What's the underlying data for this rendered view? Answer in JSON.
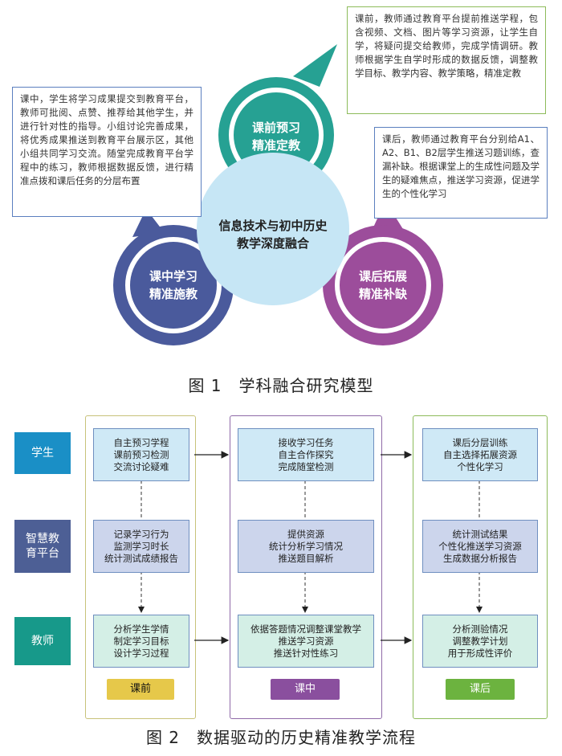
{
  "figure1": {
    "center_title": [
      "信息技术与初中历史",
      "教学深度融合"
    ],
    "top_circle": [
      "课前预习",
      "精准定教"
    ],
    "left_circle": [
      "课中学习",
      "精准施教"
    ],
    "right_circle": [
      "课后拓展",
      "精准补缺"
    ],
    "callout_top": "课前，教师通过教育平台提前推送学程，包含视频、文档、图片等学习资源，让学生自学，将疑问提交给教师，完成学情调研。教师根据学生自学时形成的数据反馈，调整教学目标、教学内容、教学策略，精准定教",
    "callout_left": "课中，学生将学习成果提交到教育平台，教师可批阅、点赞、推荐给其他学生，并进行针对性的指导。小组讨论完善成果，将优秀成果推送到教育平台展示区，其他小组共同学习交流。随堂完成教育平台学程中的练习，教师根据数据反馈，进行精准点拨和课后任务的分层布置",
    "callout_right": "课后，教师通过教育平台分别给A1、A2、B1、B2层学生推送习题训练，查漏补缺。根据课堂上的生成性问题及学生的疑难焦点，推送学习资源，促进学生的个性化学习",
    "caption": "图 1　学科融合研究模型"
  },
  "figure2": {
    "lanes": [
      "学生",
      "智慧教育平台",
      "教师"
    ],
    "columns": [
      {
        "tag": "课前",
        "cells": [
          [
            "自主预习学程",
            "课前预习检测",
            "交流讨论疑难"
          ],
          [
            "记录学习行为",
            "监测学习时长",
            "统计测试成绩报告"
          ],
          [
            "分析学生学情",
            "制定学习目标",
            "设计学习过程"
          ]
        ]
      },
      {
        "tag": "课中",
        "cells": [
          [
            "接收学习任务",
            "自主合作探究",
            "完成随堂检测"
          ],
          [
            "提供资源",
            "统计分析学习情况",
            "推送题目解析"
          ],
          [
            "依据答题情况调整课堂教学",
            "推送学习资源",
            "推送针对性练习"
          ]
        ]
      },
      {
        "tag": "课后",
        "cells": [
          [
            "课后分层训练",
            "自主选择拓展资源",
            "个性化学习"
          ],
          [
            "统计测试结果",
            "个性化推送学习资源",
            "生成数据分析报告"
          ],
          [
            "分析测验情况",
            "调整教学计划",
            "用于形成性评价"
          ]
        ]
      }
    ],
    "caption": "图 2　数据驱动的历史精准教学流程"
  },
  "colors": {
    "teal": "#26a193",
    "navy": "#4a5a9c",
    "purple": "#9c4d9b",
    "light_blue": "#c6e6f5",
    "lane_student": "#1a8fc6",
    "lane_platform": "#4d5f95",
    "lane_teacher": "#17998a",
    "frame_olive": "#c8c27a",
    "frame_purple": "#8f6aa8",
    "frame_green": "#8dbb5a",
    "tag_olive": "#e6c84a",
    "tag_purple": "#8a4f9e",
    "tag_green": "#6cb33f"
  }
}
